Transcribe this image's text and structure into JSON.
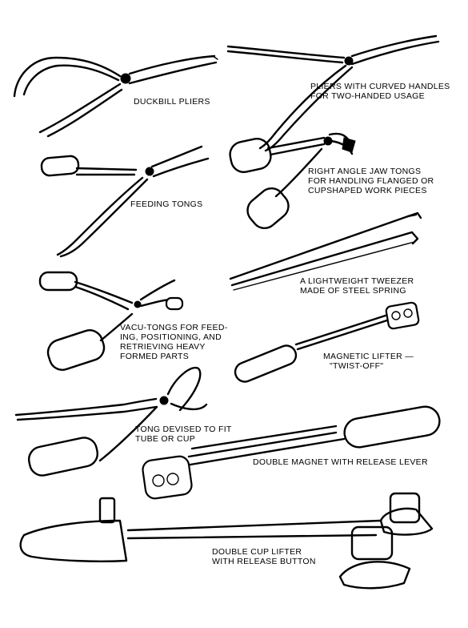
{
  "labels": {
    "duckbill": [
      "DUCKBILL PLIERS"
    ],
    "curved": [
      "PLIERS WITH CURVED HANDLES",
      "FOR TWO-HANDED USAGE"
    ],
    "feeding": [
      "FEEDING TONGS"
    ],
    "right_angle": [
      "RIGHT ANGLE JAW TONGS",
      "FOR HANDLING FLANGED OR",
      "CUPSHAPED WORK PIECES"
    ],
    "tweezer": [
      "A LIGHTWEIGHT TWEEZER",
      "MADE OF STEEL SPRING"
    ],
    "vacu": [
      "VACU-TONGS FOR FEED-",
      "ING, POSITIONING, AND",
      "RETRIEVING HEAVY",
      "FORMED PARTS"
    ],
    "magnetic": [
      "MAGNETIC LIFTER —",
      "\"TWIST-OFF\""
    ],
    "tong_tube": [
      "TONG DEVISED TO FIT",
      "TUBE OR CUP"
    ],
    "double_magnet": [
      "DOUBLE MAGNET WITH RELEASE LEVER"
    ],
    "double_cup": [
      "DOUBLE CUP LIFTER",
      "WITH RELEASE BUTTON"
    ]
  }
}
